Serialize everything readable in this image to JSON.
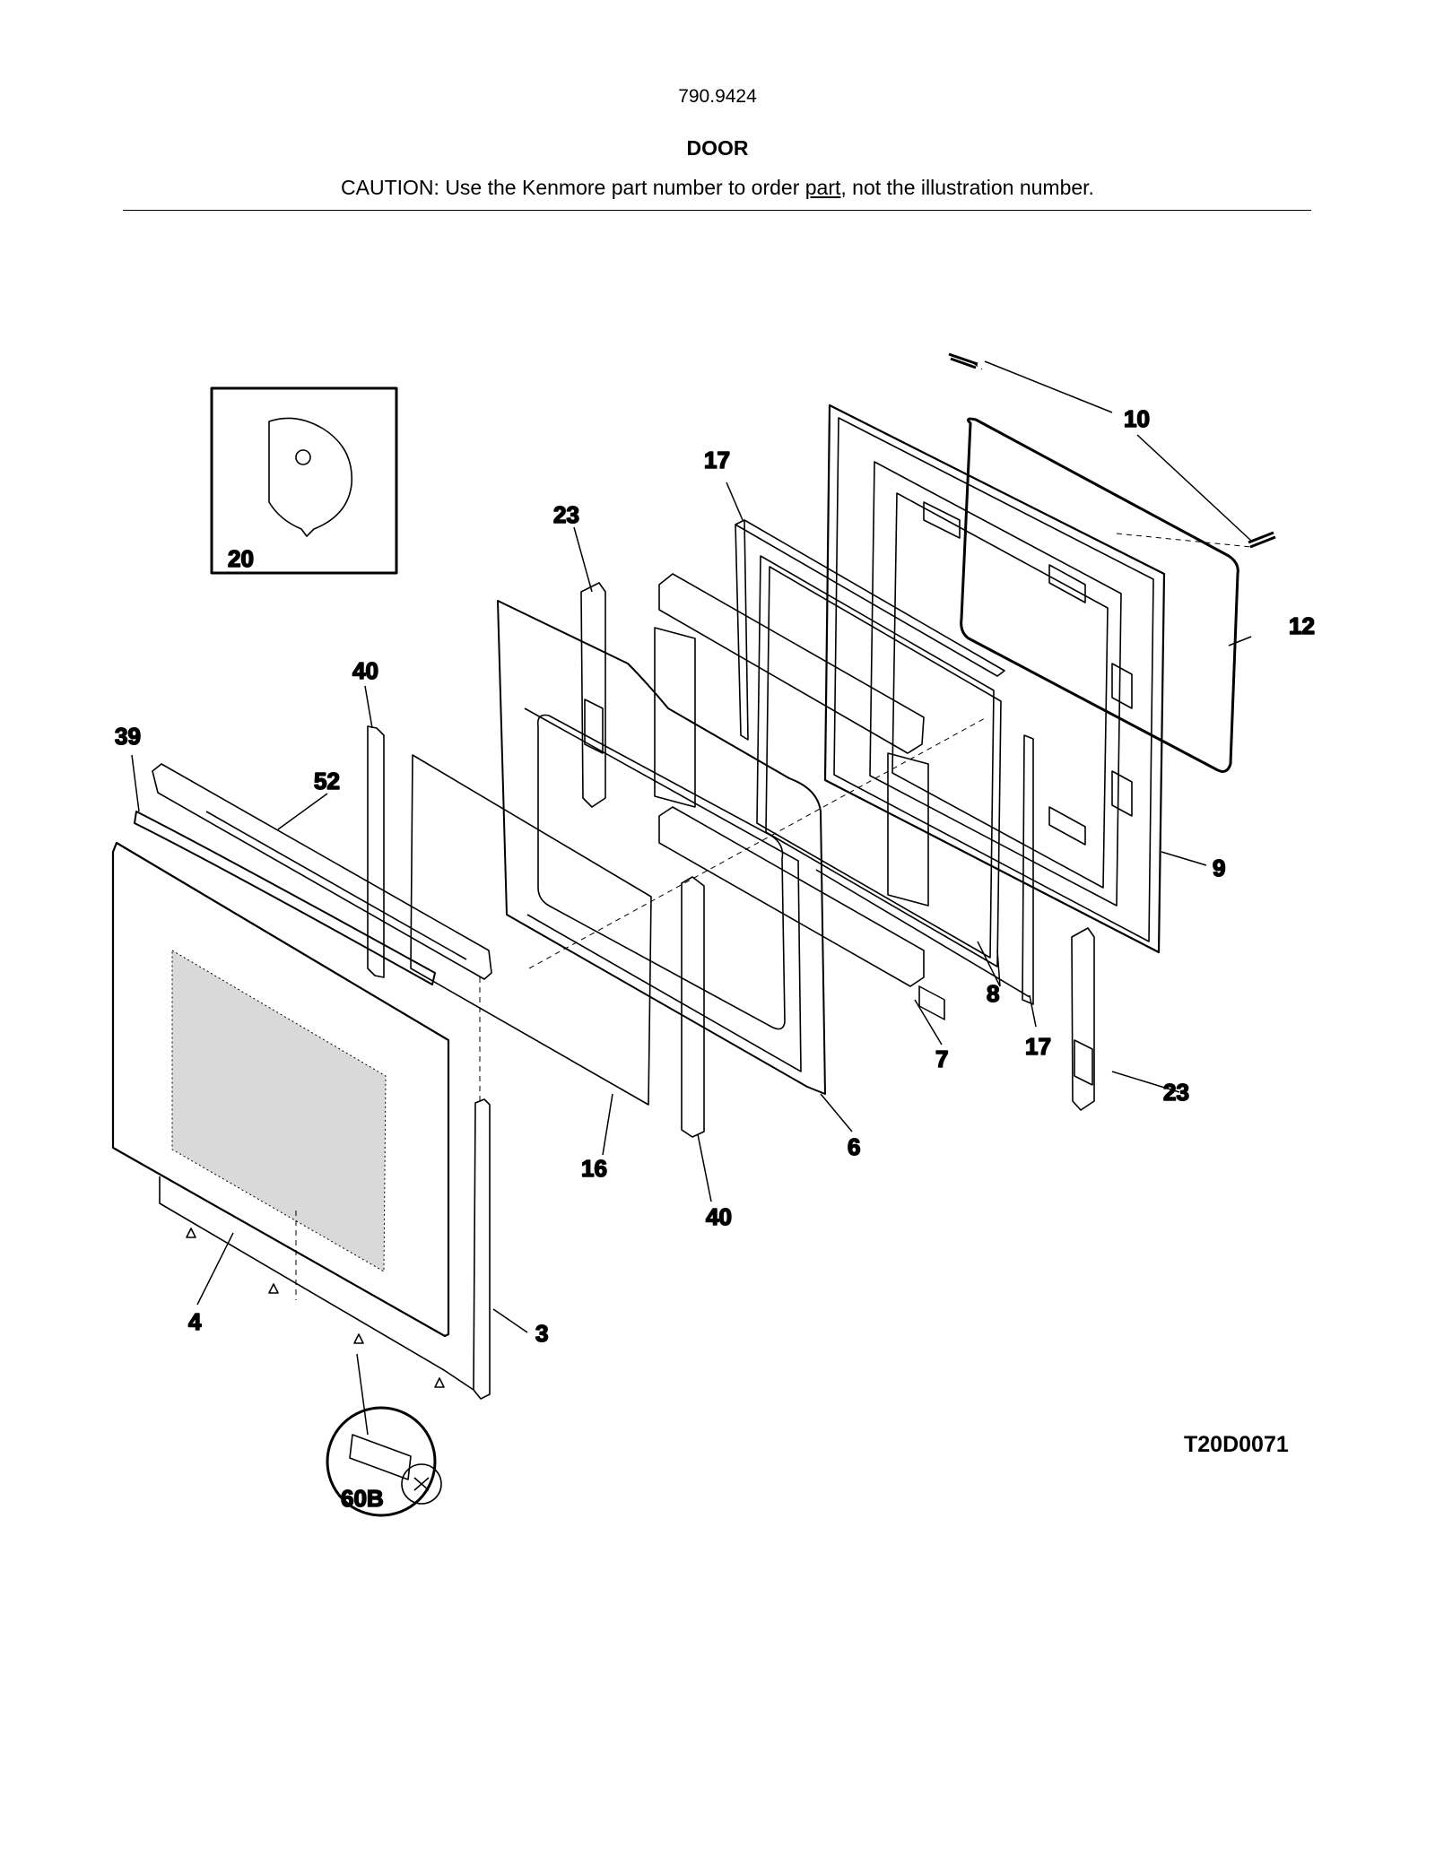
{
  "header": {
    "model_number": "790.9424",
    "title": "DOOR",
    "caution_prefix": "CAUTION: Use the Kenmore part number to order ",
    "caution_underlined": "part",
    "caution_suffix": ", not the illustration number."
  },
  "diagram_code": "T20D0071",
  "callouts": {
    "c3": "3",
    "c4": "4",
    "c6": "6",
    "c7": "7",
    "c8": "8",
    "c9": "9",
    "c10": "10",
    "c12": "12",
    "c16": "16",
    "c17a": "17",
    "c17b": "17",
    "c20": "20",
    "c23a": "23",
    "c23b": "23",
    "c39": "39",
    "c40a": "40",
    "c40b": "40",
    "c52": "52",
    "c60b": "60B"
  }
}
